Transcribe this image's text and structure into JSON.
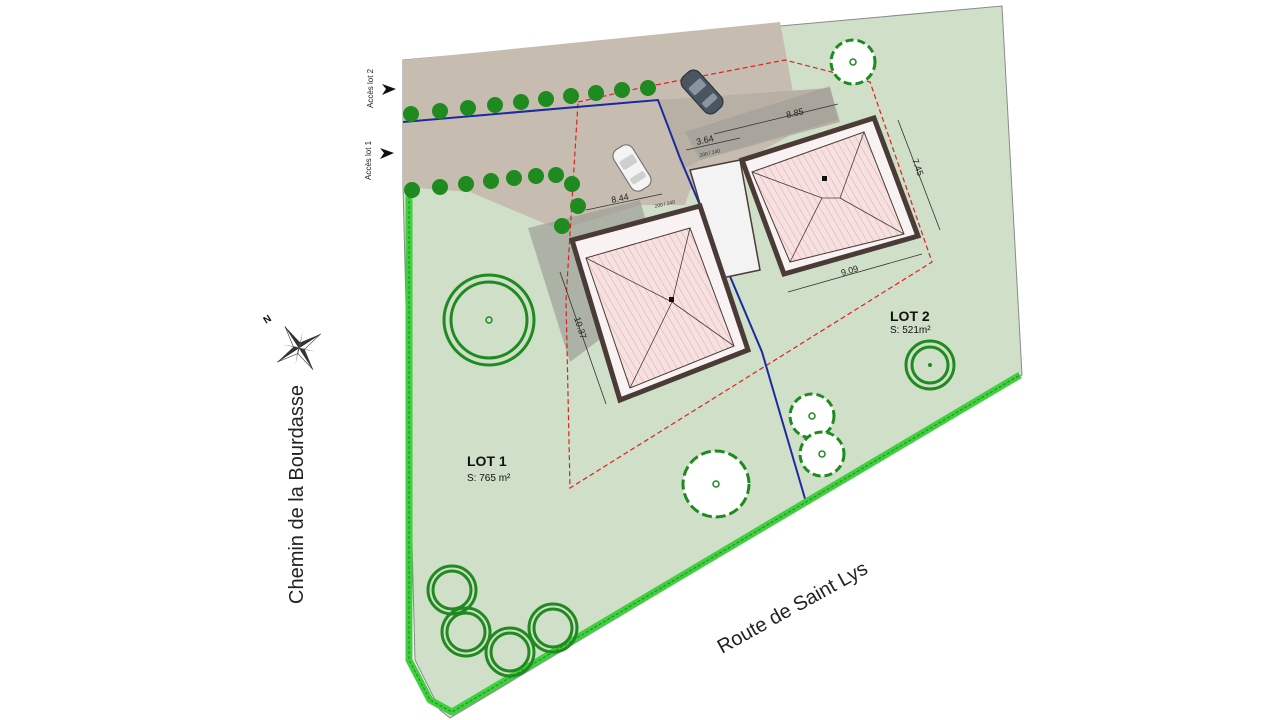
{
  "roads": {
    "left": "Chemin de la Bourdasse",
    "bottom": "Route de Saint Lys"
  },
  "access": {
    "lot2": "Accès lot 2",
    "lot1": "Accès lot 1"
  },
  "lots": {
    "lot1": {
      "name": "LOT 1",
      "area": "S: 765 m²"
    },
    "lot2": {
      "name": "LOT 2",
      "area": "S: 521m²"
    }
  },
  "dimensions": {
    "lot2_top_width": "8.85",
    "lot2_setback": "3.64",
    "lot2_depth": "7.45",
    "lot2_width": "9.09",
    "lot1_width": "8.44",
    "lot1_depth": "10.37",
    "door_lot2": "200 / 240",
    "door_lot1": "200 / 240"
  },
  "compass": {
    "north": "N"
  },
  "icons": [
    "compass-rose-icon",
    "access-arrow-icon",
    "car-icon",
    "tree-icon",
    "hedge-icon"
  ],
  "colors": {
    "lawn": "#cfdfc8",
    "driveway": "#c6bdb0",
    "hedge": "#1f8a1f",
    "hedge_bright": "#3fcf3f",
    "boundary": "#1c2a9e",
    "setback": "#e02020",
    "roof": "#f6e1e1",
    "wall": "#4a3b37"
  }
}
